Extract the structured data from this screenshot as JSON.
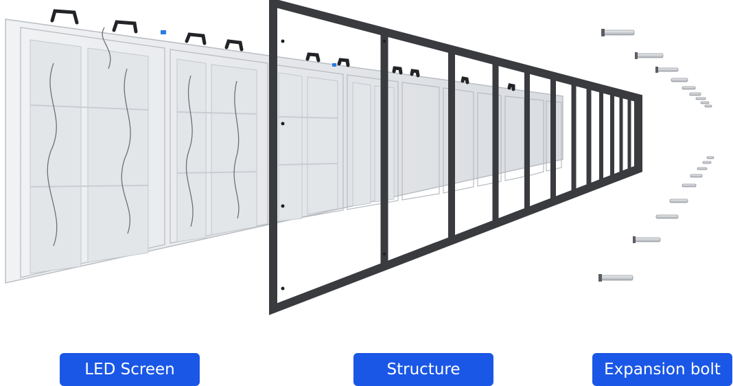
{
  "labels": {
    "led_screen": "LED Screen",
    "structure": "Structure",
    "expansion_bolt": "Expansion bolt"
  },
  "colors": {
    "label_background": "#1a57e6",
    "label_text": "#ffffff",
    "frame": "#3a3b3f",
    "panel_light": "#e8eaec",
    "panel_mid": "#d5d8dc",
    "panel_dark": "#bfc3c8",
    "bolt": "#c9ccd0"
  },
  "icons": {
    "led_screen": "led-panel-illustration",
    "structure": "steel-frame-illustration",
    "expansion_bolt": "bolt-illustration"
  }
}
